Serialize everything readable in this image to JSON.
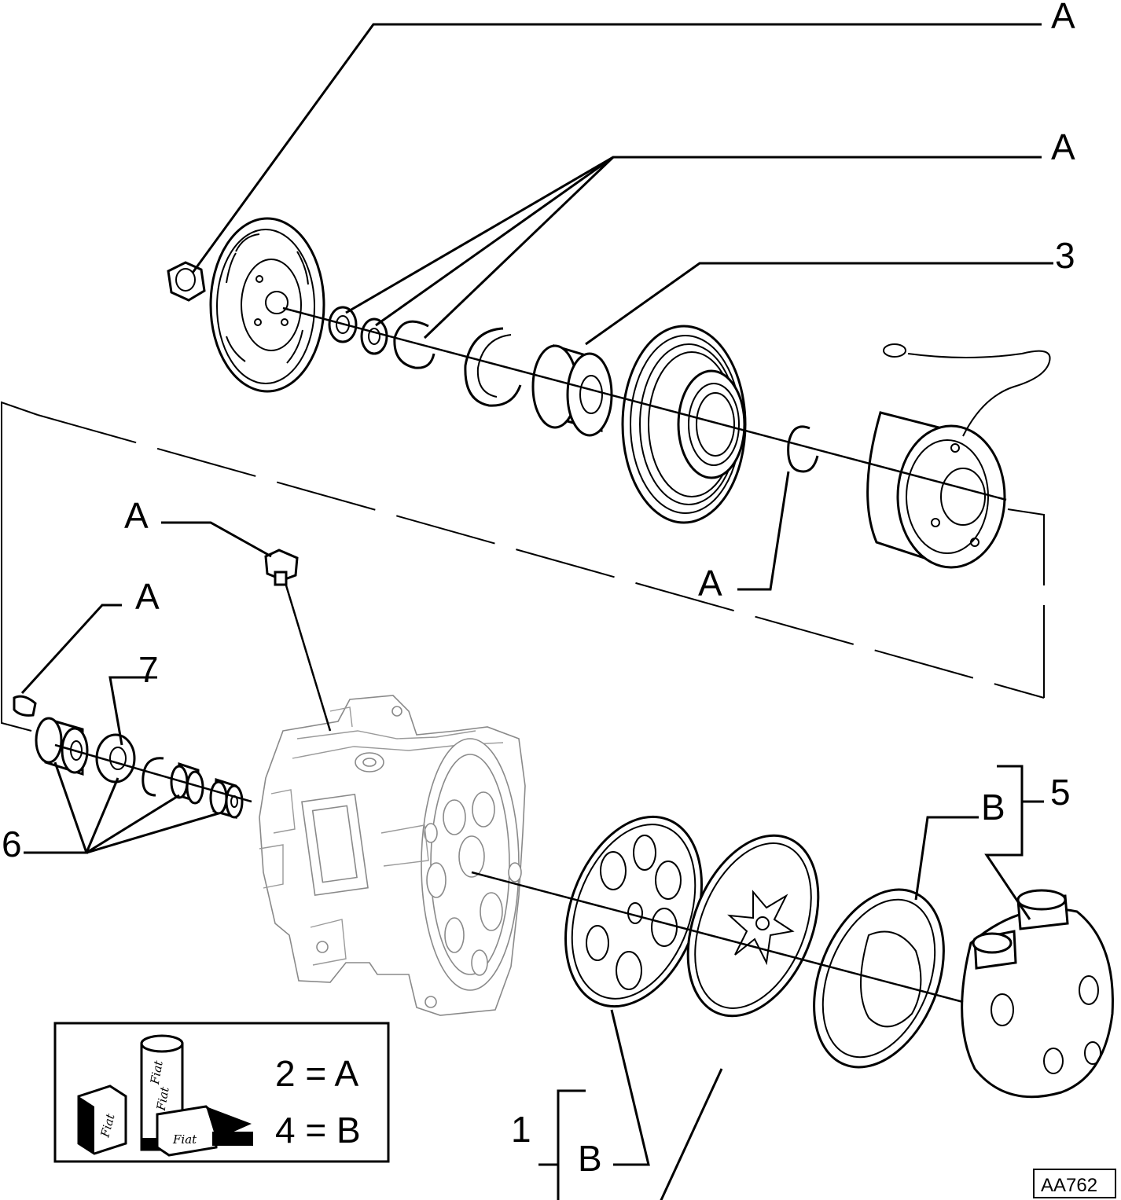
{
  "diagram": {
    "callouts": {
      "a_nut": "A",
      "a_washers": "A",
      "num_3": "3",
      "a_snapring": "A",
      "a_fitting": "A",
      "a_seal": "A",
      "num_7": "7",
      "num_6": "6",
      "num_5": "5",
      "b_plate": "B",
      "num_1": "1",
      "b_gaskets": "B"
    },
    "legend": {
      "row1": "2 = A",
      "row2": "4 = B",
      "can_label_1": "Fiat",
      "can_label_2": "Fiat",
      "box_label_1": "Fiat",
      "box_label_2": "Fiat"
    },
    "reference": "AA762"
  }
}
